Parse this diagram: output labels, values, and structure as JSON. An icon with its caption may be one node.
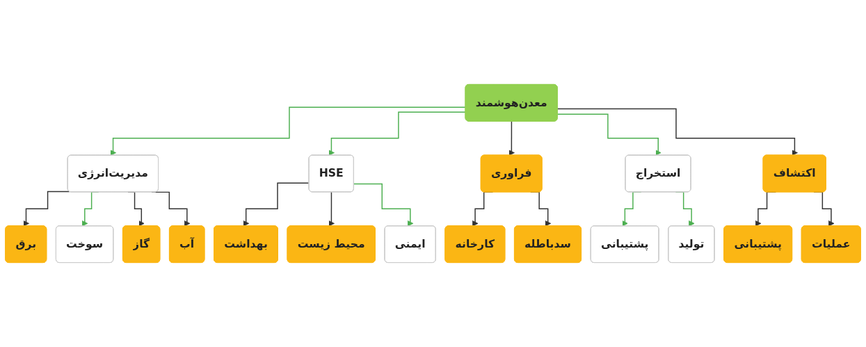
{
  "diagram": {
    "nodes": [
      {
        "text": [
          "معدن‌هوشمند"
        ]
      },
      {
        "text": [
          "مدیریت‌انرژی"
        ]
      },
      {
        "text": [
          "HSE"
        ]
      },
      {
        "text": [
          "فراوری"
        ]
      },
      {
        "text": [
          "استخراج"
        ]
      },
      {
        "text": [
          "اکتشاف"
        ]
      },
      {
        "text": [
          "برق"
        ]
      },
      {
        "text": [
          "سوخت"
        ]
      },
      {
        "text": [
          "گاز"
        ]
      },
      {
        "text": [
          "آب"
        ]
      },
      {
        "text": [
          "کارخانه"
        ]
      },
      {
        "text": [
          "سدباطله"
        ]
      },
      {
        "text": [
          "پشتیبانی"
        ]
      },
      {
        "text": [
          "عملیات"
        ]
      },
      {
        "text": [
          "بهداشت"
        ]
      },
      {
        "text": [
          "محیط زیست"
        ]
      },
      {
        "text": [
          "ایمنی"
        ]
      },
      {
        "text": [
          "پشتیبانی"
        ]
      },
      {
        "text": [
          "تولید"
        ]
      }
    ],
    "edges": [
      {
        "from": 0,
        "to": 1,
        "arrow": "to",
        "color": "#4caf50"
      },
      {
        "from": 0,
        "to": 2,
        "arrow": "to",
        "color": "#4caf50"
      },
      {
        "from": 0,
        "to": 3,
        "arrow": "to"
      },
      {
        "from": 0,
        "to": 4,
        "arrow": "to",
        "color": "#4caf50"
      },
      {
        "from": 0,
        "to": 5,
        "arrow": "to"
      },
      {
        "from": 1,
        "to": 6,
        "arrow": "to"
      },
      {
        "from": 1,
        "to": 7,
        "arrow": "to",
        "color": "#4caf50"
      },
      {
        "from": 1,
        "to": 8,
        "arrow": "to"
      },
      {
        "from": 1,
        "to": 9,
        "arrow": "to"
      },
      {
        "from": 3,
        "to": 10,
        "arrow": "to"
      },
      {
        "from": 3,
        "to": 11,
        "arrow": "to"
      },
      {
        "from": 5,
        "to": 12,
        "arrow": "to"
      },
      {
        "from": 5,
        "to": 13,
        "arrow": "to"
      },
      {
        "from": 2,
        "to": 14,
        "arrow": "to"
      },
      {
        "from": 2,
        "to": 15,
        "arrow": "to"
      },
      {
        "from": 2,
        "to": 16,
        "arrow": "to",
        "color": "#4caf50"
      },
      {
        "from": 4,
        "to": 17,
        "arrow": "to",
        "color": "#4caf50"
      },
      {
        "from": 4,
        "to": 18,
        "arrow": "to",
        "color": "#4caf50"
      }
    ]
  }
}
